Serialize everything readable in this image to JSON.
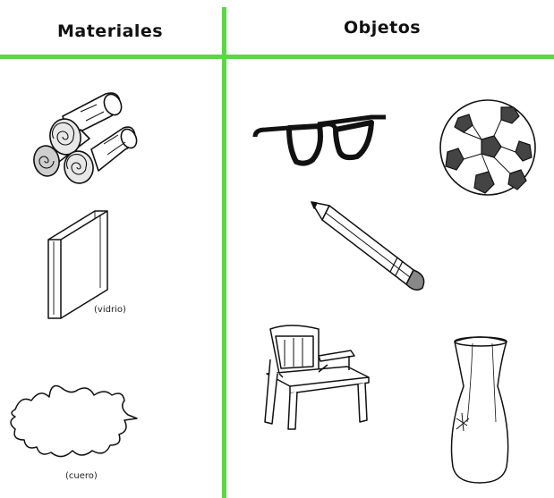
{
  "columns": {
    "left": {
      "title": "Materiales"
    },
    "right": {
      "title": "Objetos"
    }
  },
  "materials": [
    {
      "name": "logs-icon",
      "caption": ""
    },
    {
      "name": "glass-pane-icon",
      "caption": "(vidrio)"
    },
    {
      "name": "leather-piece-icon",
      "caption": "(cuero)"
    }
  ],
  "objects": [
    {
      "name": "glasses-icon"
    },
    {
      "name": "soccer-ball-icon"
    },
    {
      "name": "pencil-icon"
    },
    {
      "name": "chair-icon"
    },
    {
      "name": "vase-icon"
    }
  ],
  "colors": {
    "divider": "#5fd34a",
    "ink": "#111111"
  }
}
